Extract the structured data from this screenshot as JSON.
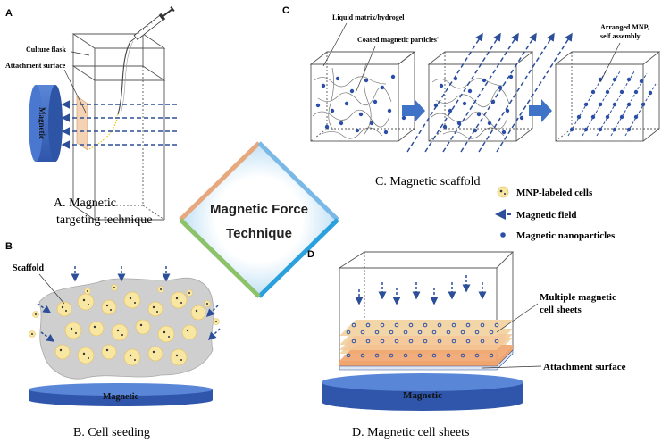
{
  "panels": {
    "a": {
      "letter": "A",
      "culture_flask": "Culture flask",
      "attachment_surface": "Attachment surface",
      "magnet_label": "Magnetic",
      "caption_line1": "A. Magnetic",
      "caption_line2": "targeting technique"
    },
    "b": {
      "letter": "B",
      "scaffold": "Scaffold",
      "magnet_label": "Magnetic",
      "caption": "B. Cell seeding"
    },
    "c": {
      "letter": "C",
      "liquid_matrix": "Liquid matrix/hydrogel",
      "coated_particles": "Coated magnetic particles'",
      "arranged_line1": "Arranged MNP,",
      "arranged_line2": "self assembly",
      "caption": "C. Magnetic scaffold"
    },
    "d": {
      "letter": "D",
      "multiple_line1": "Multiple magnetic",
      "multiple_line2": "cell sheets",
      "attachment_surface": "Attachment surface",
      "magnet_label": "Magnetic",
      "caption": "D. Magnetic cell sheets"
    }
  },
  "center": {
    "line1": "Magnetic Force",
    "line2": "Technique"
  },
  "legend": {
    "items": [
      {
        "label": "MNP-labeled cells",
        "icon": "cell-icon"
      },
      {
        "label": "Magnetic field",
        "icon": "dashed-arrow-icon"
      },
      {
        "label": "Magnetic nanoparticles",
        "icon": "dot-icon"
      }
    ]
  },
  "colors": {
    "magnet": "#3f6bc8",
    "arrow": "#2d4f9a",
    "nanoparticle": "#2b4fa8",
    "cell_fill": "#f8e6a3",
    "scaffold": "#cfcfcf",
    "sheet_tan": "#f2d6a8",
    "sheet_orange": "#f0a56e",
    "diamond_top": "#7ab8e6",
    "diamond_left_top": "#e7a87e",
    "diamond_left_bottom": "#8cc26a",
    "diamond_right_bottom": "#2aa0dd"
  }
}
